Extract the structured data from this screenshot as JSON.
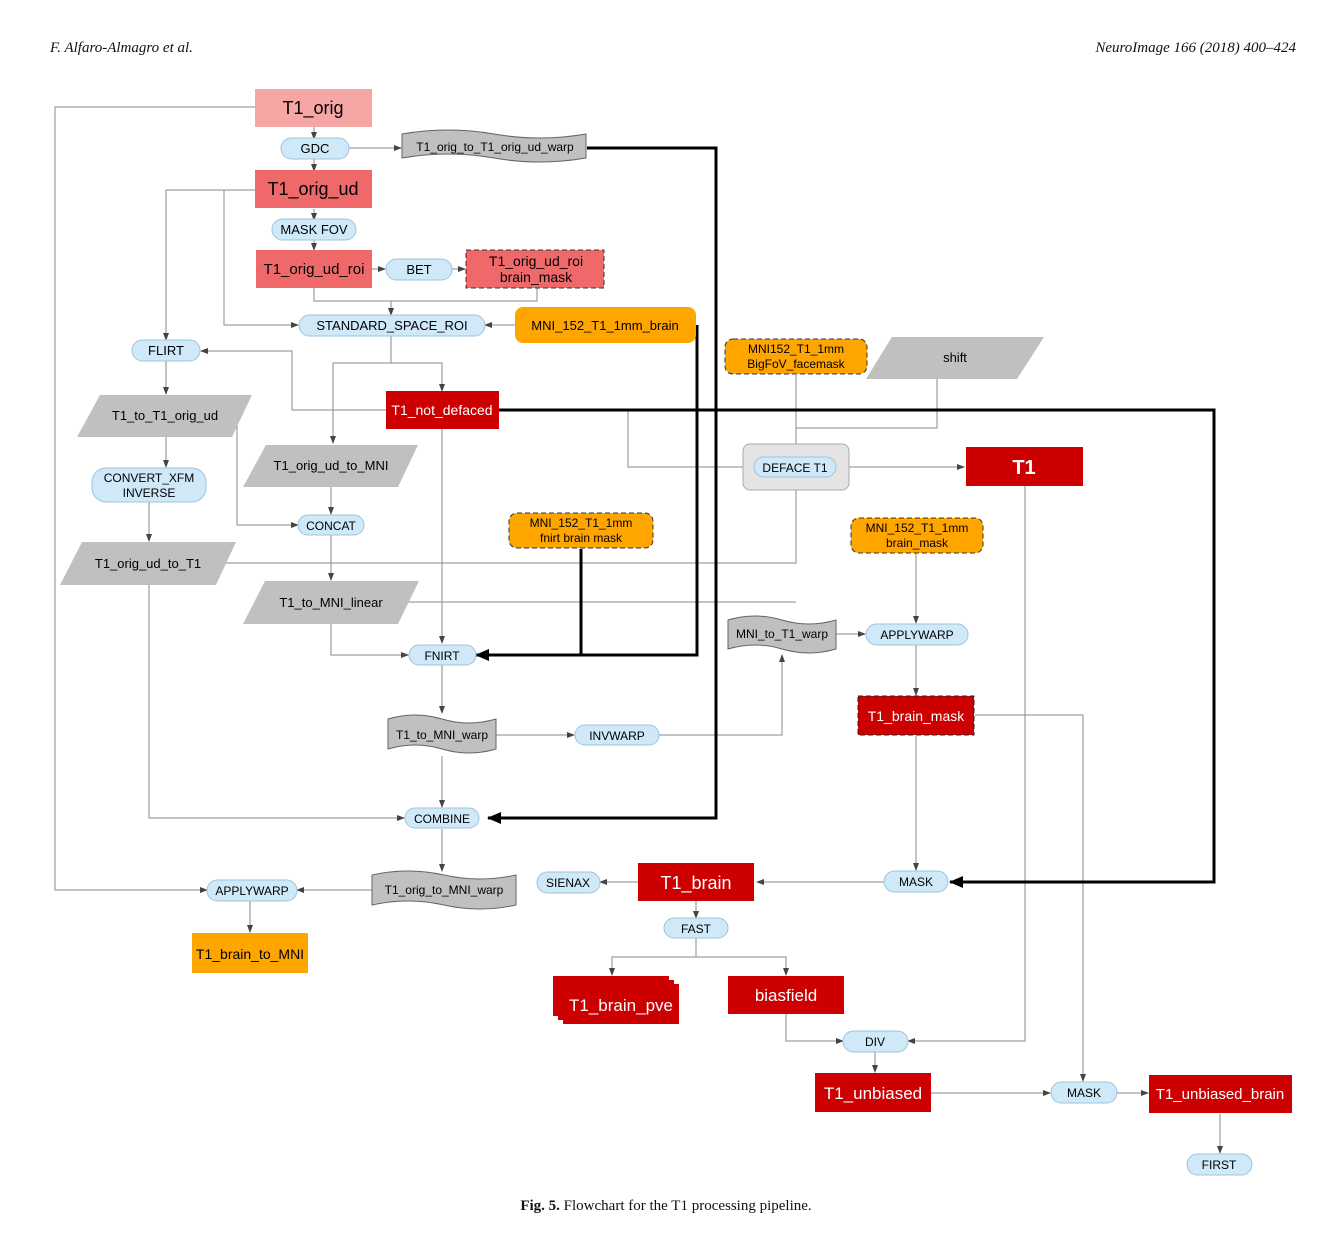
{
  "header": {
    "left": "F. Alfaro-Almagro et al.",
    "right": "NeuroImage 166 (2018) 400–424"
  },
  "caption": {
    "label": "Fig. 5.",
    "text": "Flowchart for the T1 processing pipeline."
  },
  "colors": {
    "data_light": "#f7a6a6",
    "data_mid": "#f0696a",
    "data_dark": "#cc0000",
    "template": "#ffa500",
    "process": "#cfe9f8",
    "transform": "#c0c0c0",
    "defacebox": "#e4e4e4"
  },
  "diagram": {
    "t1_orig": "T1_orig",
    "gdc": "GDC",
    "t1_orig_to_t1_orig_ud_warp": "T1_orig_to_T1_orig_ud_warp",
    "t1_orig_ud": "T1_orig_ud",
    "mask_fov": "MASK FOV",
    "t1_orig_ud_roi": "T1_orig_ud_roi",
    "bet": "BET",
    "t1_orig_ud_roi_brain_mask": [
      "T1_orig_ud_roi",
      "brain_mask"
    ],
    "standard_space_roi": "STANDARD_SPACE_ROI",
    "mni_152_t1_1mm_brain": "MNI_152_T1_1mm_brain",
    "flirt": "FLIRT",
    "mni152_facemask": [
      "MNI152_T1_1mm",
      "BigFoV_facemask"
    ],
    "shift": "shift",
    "t1_not_defaced": "T1_not_defaced",
    "t1_to_t1_orig_ud": "T1_to_T1_orig_ud",
    "t1_orig_ud_to_mni": "T1_orig_ud_to_MNI",
    "deface_t1": "DEFACE T1",
    "t1": "T1",
    "convert_xfm": [
      "CONVERT_XFM",
      "INVERSE"
    ],
    "concat": "CONCAT",
    "mni_fnirt_brain_mask": [
      "MNI_152_T1_1mm",
      "fnirt brain mask"
    ],
    "mni_brain_mask": [
      "MNI_152_T1_1mm",
      "brain_mask"
    ],
    "t1_orig_ud_to_t1": "T1_orig_ud_to_T1",
    "t1_to_mni_linear": "T1_to_MNI_linear",
    "mni_to_t1_warp": "MNI_to_T1_warp",
    "applywarp_right": "APPLYWARP",
    "fnirt": "FNIRT",
    "t1_brain_mask": "T1_brain_mask",
    "t1_to_mni_warp": "T1_to_MNI_warp",
    "invwarp": "INVWARP",
    "combine": "COMBINE",
    "mask_main": "MASK",
    "sienax": "SIENAX",
    "t1_brain": "T1_brain",
    "applywarp_left": "APPLYWARP",
    "t1_orig_to_mni_warp": "T1_orig_to_MNI_warp",
    "t1_brain_to_mni": "T1_brain_to_MNI",
    "fast": "FAST",
    "t1_brain_pve": "T1_brain_pve",
    "biasfield": "biasfield",
    "div": "DIV",
    "t1_unbiased": "T1_unbiased",
    "mask_unbiased": "MASK",
    "t1_unbiased_brain": "T1_unbiased_brain",
    "first": "FIRST"
  }
}
